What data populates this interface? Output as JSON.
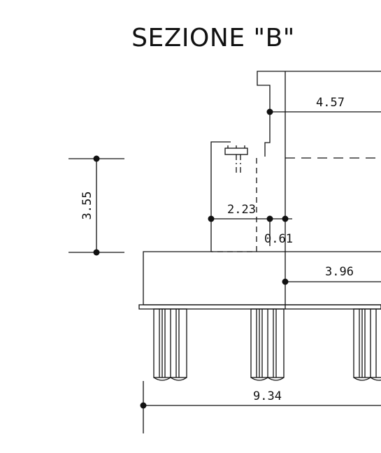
{
  "title": "SEZIONE \"B\"",
  "dimensions": {
    "d_457": "4.57",
    "d_355": "3.55",
    "d_223": "2.23",
    "d_061": "0.61",
    "d_396": "3.96",
    "d_934": "9.34"
  },
  "colors": {
    "line": "#111111",
    "background": "#ffffff"
  }
}
